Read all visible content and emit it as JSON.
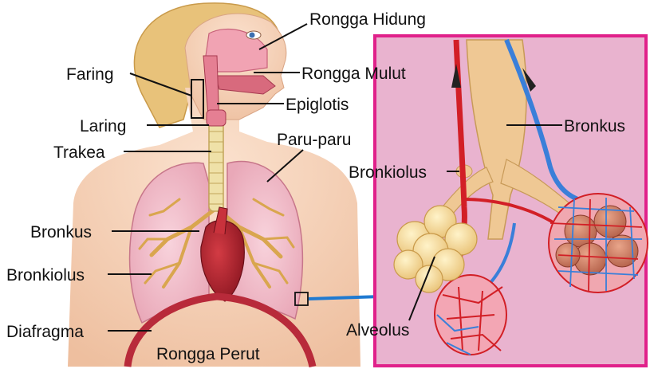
{
  "labels": {
    "rongga_hidung": "Rongga Hidung",
    "faring": "Faring",
    "rongga_mulut": "Rongga Mulut",
    "epiglotis": "Epiglotis",
    "laring": "Laring",
    "trakea": "Trakea",
    "paru_paru": "Paru-paru",
    "bronkus_left": "Bronkus",
    "bronkiolus_left": "Bronkiolus",
    "diafragma": "Diafragma",
    "rongga_perut": "Rongga Perut",
    "bronkus_right": "Bronkus",
    "bronkiolus_right": "Bronkiolus",
    "alveolus": "Alveolus"
  },
  "colors": {
    "panel_border": "#e0218a",
    "panel_bg": "#e9b3cf",
    "skin": "#f5d3bc",
    "hair": "#e8c27a",
    "lung": "#f3c4cf",
    "bronchial_tree": "#d9a64e",
    "artery": "#d21f26",
    "vein": "#3a7fd9",
    "arrow": "#1f7ad1",
    "heart": "#a31f2a",
    "diaphragm": "#b82a3a"
  }
}
